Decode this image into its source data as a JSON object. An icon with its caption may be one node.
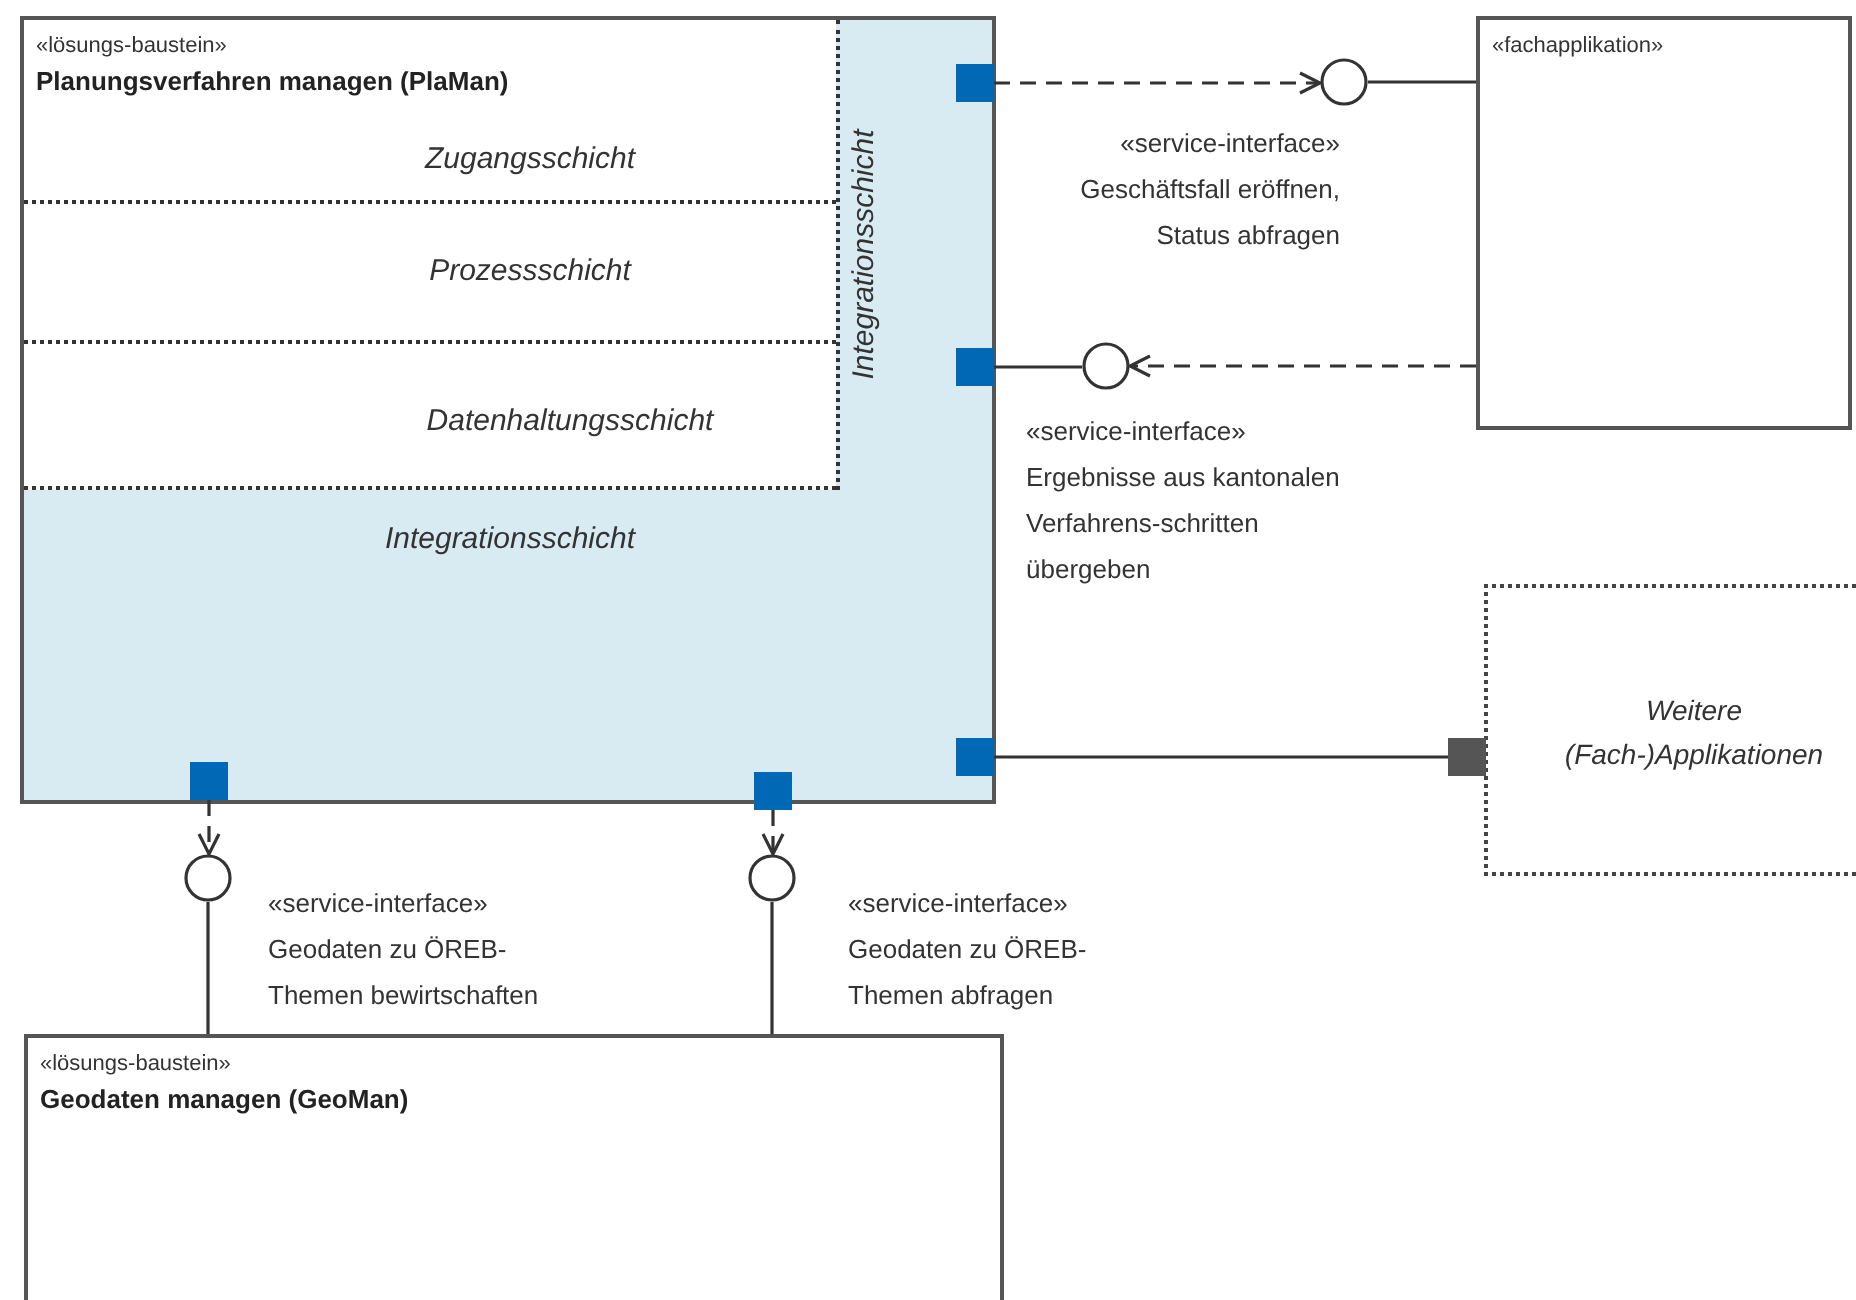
{
  "diagram": {
    "nodes": [
      {
        "text": [
          "«lösungs-baustein»",
          "Planungsverfahren managen (PlaMan)"
        ]
      },
      {
        "text": [
          "Zugangsschicht"
        ],
        "in": 0
      },
      {
        "text": [
          "Prozessschicht"
        ],
        "in": 0
      },
      {
        "text": [
          "Datenhaltungsschicht"
        ],
        "in": 0
      },
      {
        "text": [
          "Integrationsschicht"
        ],
        "in": 0
      },
      {
        "text": [],
        "shape": "box",
        "in": 0
      },
      {
        "text": [],
        "shape": "box",
        "in": 0
      },
      {
        "text": [],
        "shape": "box",
        "in": 0
      },
      {
        "text": [],
        "shape": "box",
        "in": 0
      },
      {
        "text": [],
        "shape": "box"
      },
      {
        "text": [],
        "shape": "circle",
        "beside": [
          "«service-interface»",
          "Geschäftsfall eröffnen, Status abfragen"
        ]
      },
      {
        "text": [
          "«fachapplikation»"
        ]
      },
      {
        "text": [],
        "shape": "circle",
        "beside": [
          "«service-interface»",
          "Ergebnisse aus kantonalen Verfahrens-schritten übergeben"
        ]
      },
      {
        "text": [
          "Weitere (Fach-)Applikationen"
        ]
      },
      {
        "text": [],
        "shape": "box"
      },
      {
        "text": [],
        "shape": "circle",
        "beside": [
          "«service-interface»",
          "Geodaten zu ÖREB-Themen bewirtschaften"
        ]
      },
      {
        "text": [],
        "shape": "circle",
        "beside": [
          "«service-interface»",
          "Geodaten zu ÖREB-Themen abfragen"
        ]
      },
      {
        "text": [
          "«lösungs-baustein»",
          "Geodaten managen (GeoMan)"
        ]
      }
    ],
    "edges": [
      {
        "from": 5,
        "to": 10,
        "arrow": "to",
        "style": "dashed"
      },
      {
        "from": 10,
        "to": 11,
        "arrow": "none"
      },
      {
        "from": 11,
        "to": 12,
        "arrow": "to",
        "style": "dashed"
      },
      {
        "from": 12,
        "to": 6,
        "arrow": "none"
      },
      {
        "from": 7,
        "to": 14,
        "arrow": "none"
      },
      {
        "from": 8,
        "to": 15,
        "arrow": "to",
        "style": "dashed"
      },
      {
        "from": 15,
        "to": 17,
        "arrow": "none"
      },
      {
        "from": 9,
        "to": 16,
        "arrow": "to",
        "style": "dashed"
      },
      {
        "from": 16,
        "to": 17,
        "arrow": "none"
      }
    ],
    "labels": [
      "Integrationsschicht"
    ]
  }
}
